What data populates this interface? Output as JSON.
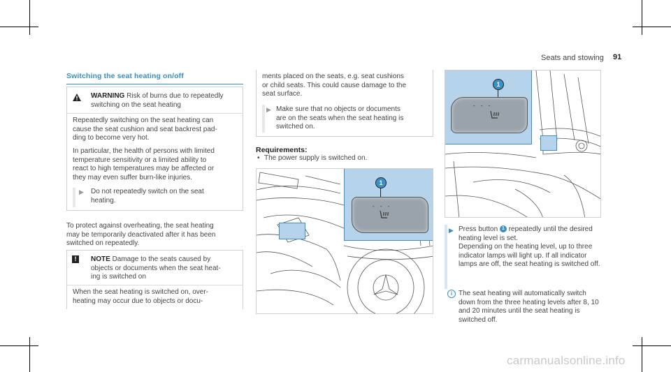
{
  "header": {
    "section": "Seats and stowing",
    "page_number": "91"
  },
  "col1": {
    "title": "Switching the seat heating on/off",
    "warning": {
      "label": "WARNING",
      "text1": "Risk of burns due to repeatedly",
      "text2": "switching on the seat heating",
      "p1": [
        "Repeatedly switching on the seat heating can",
        "cause the seat cushion and seat backrest pad-",
        "ding to become very hot."
      ],
      "p2": [
        "In particular, the health of persons with limited",
        "temperature sensitivity or a limited ability to",
        "react to high temperatures may be affected or",
        "they may even suffer burn-like injuries."
      ],
      "action": [
        "Do not repeatedly switch on the seat",
        "heating."
      ]
    },
    "body": [
      "To protect against overheating, the seat heating",
      "may be temporarily deactivated after it has been",
      "switched on repeatedly."
    ],
    "note": {
      "label": "NOTE",
      "text1": "Damage to the seats caused by",
      "text2": "objects or documents when the seat heat-",
      "text3": "ing is switched on",
      "p1": [
        "When the seat heating is switched on, over-",
        "heating may occur due to objects or docu-"
      ]
    }
  },
  "col2": {
    "cont": [
      "ments placed on the seats, e.g. seat cushions",
      "or child seats. This could cause damage to the",
      "seat surface."
    ],
    "action": [
      "Make sure that no objects or documents",
      "are on the seats when the seat heating is",
      "switched on."
    ],
    "req_title": "Requirements:",
    "req_item": "The power supply is switched on.",
    "callout": "1"
  },
  "col3": {
    "callout": "1",
    "step": {
      "pre": "Press button",
      "btn": "1",
      "post": "repeatedly until the desired",
      "lines": [
        "heating level is set.",
        "Depending on the heating level, up to three",
        "indicator lamps will light up. If all indicator",
        "lamps are off, the seat heating is switched off."
      ]
    },
    "info": [
      "The seat heating will automatically switch",
      "down from the three heating levels after 8, 10",
      "and 20 minutes until the seat heating is",
      "switched off."
    ]
  },
  "watermark": "carmanualsonline.info",
  "colors": {
    "accent": "#3a8fc4",
    "callout_bg": "#b5d3ea"
  },
  "icons": [
    "warning-triangle-icon",
    "note-square-icon",
    "action-arrow-icon",
    "info-icon",
    "seat-heating-icon"
  ]
}
